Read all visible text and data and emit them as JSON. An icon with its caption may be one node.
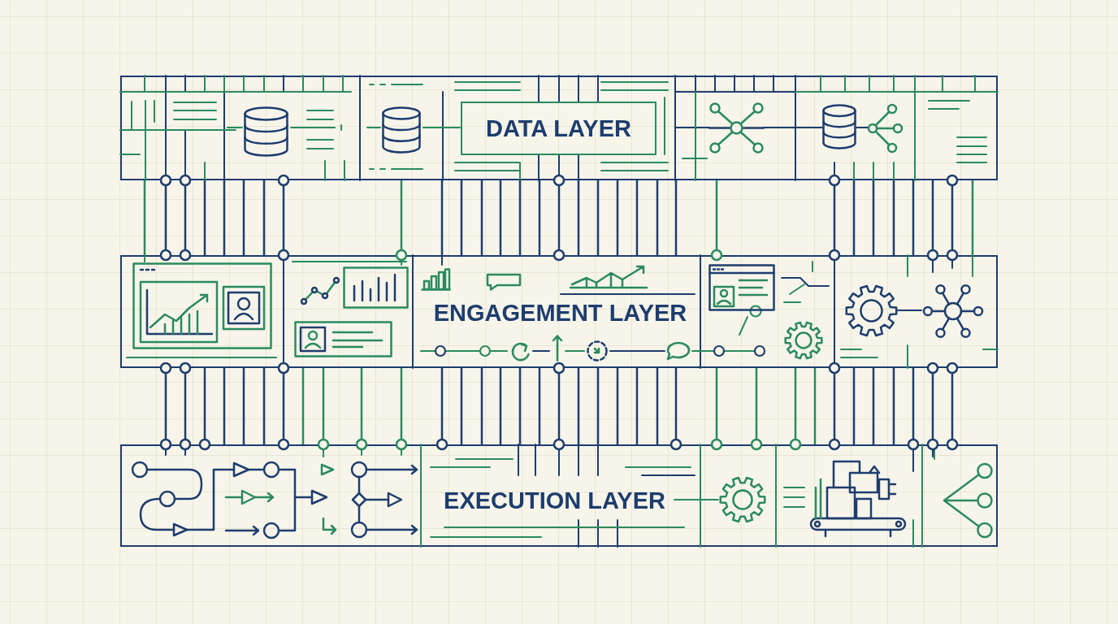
{
  "diagram": {
    "nodes": [
      {
        "text": [
          "DATA LAYER"
        ]
      },
      {
        "text": [
          "ENGAGEMENT LAYER"
        ]
      },
      {
        "text": [
          "EXECUTION LAYER"
        ]
      }
    ],
    "edges": [
      {
        "from": 0,
        "to": 1,
        "arrow": "none",
        "color": "#2a8a5e"
      },
      {
        "from": 0,
        "to": 1,
        "arrow": "other"
      },
      {
        "from": 0,
        "to": 1,
        "arrow": "other"
      },
      {
        "from": 0,
        "to": 1,
        "arrow": "none"
      },
      {
        "from": 0,
        "to": 1,
        "arrow": "none"
      },
      {
        "from": 0,
        "to": 1,
        "arrow": "none"
      },
      {
        "from": 0,
        "to": 1,
        "arrow": "none"
      },
      {
        "from": 0,
        "to": 1,
        "arrow": "other"
      },
      {
        "from": 0,
        "to": 1,
        "arrow": "other",
        "color": "#2a8a5e"
      },
      {
        "from": 0,
        "to": 1,
        "arrow": "none"
      },
      {
        "from": 0,
        "to": 1,
        "arrow": "none"
      },
      {
        "from": 0,
        "to": 1,
        "arrow": "none"
      },
      {
        "from": 0,
        "to": 1,
        "arrow": "none"
      },
      {
        "from": 0,
        "to": 1,
        "arrow": "none"
      },
      {
        "from": 0,
        "to": 1,
        "arrow": "none"
      },
      {
        "from": 0,
        "to": 1,
        "arrow": "other"
      },
      {
        "from": 0,
        "to": 1,
        "arrow": "none"
      },
      {
        "from": 0,
        "to": 1,
        "arrow": "none"
      },
      {
        "from": 0,
        "to": 1,
        "arrow": "none"
      },
      {
        "from": 0,
        "to": 1,
        "arrow": "none"
      },
      {
        "from": 0,
        "to": 1,
        "arrow": "none"
      },
      {
        "from": 0,
        "to": 1,
        "arrow": "none"
      },
      {
        "from": 0,
        "to": 1,
        "arrow": "other",
        "color": "#2a8a5e"
      },
      {
        "from": 0,
        "to": 1,
        "arrow": "other"
      },
      {
        "from": 0,
        "to": 1,
        "arrow": "none"
      },
      {
        "from": 0,
        "to": 1,
        "arrow": "none"
      },
      {
        "from": 0,
        "to": 1,
        "arrow": "none"
      },
      {
        "from": 0,
        "to": 1,
        "arrow": "none"
      },
      {
        "from": 0,
        "to": 1,
        "arrow": "other"
      },
      {
        "from": 0,
        "to": 1,
        "arrow": "other"
      },
      {
        "from": 0,
        "to": 1,
        "arrow": "none",
        "color": "#2a8a5e"
      },
      {
        "from": 1,
        "to": 2,
        "arrow": "other"
      },
      {
        "from": 1,
        "to": 2,
        "arrow": "other"
      },
      {
        "from": 1,
        "to": 2,
        "arrow": "other"
      },
      {
        "from": 1,
        "to": 2,
        "arrow": "none"
      },
      {
        "from": 1,
        "to": 2,
        "arrow": "none"
      },
      {
        "from": 1,
        "to": 2,
        "arrow": "none"
      },
      {
        "from": 1,
        "to": 2,
        "arrow": "other"
      },
      {
        "from": 1,
        "to": 2,
        "arrow": "none",
        "color": "#2a8a5e"
      },
      {
        "from": 1,
        "to": 2,
        "arrow": "other",
        "color": "#2a8a5e"
      },
      {
        "from": 1,
        "to": 2,
        "arrow": "other",
        "color": "#2a8a5e"
      },
      {
        "from": 1,
        "to": 2,
        "arrow": "other",
        "color": "#2a8a5e"
      },
      {
        "from": 1,
        "to": 2,
        "arrow": "other"
      },
      {
        "from": 1,
        "to": 2,
        "arrow": "none"
      },
      {
        "from": 1,
        "to": 2,
        "arrow": "none"
      },
      {
        "from": 1,
        "to": 2,
        "arrow": "none"
      },
      {
        "from": 1,
        "to": 2,
        "arrow": "none"
      },
      {
        "from": 1,
        "to": 2,
        "arrow": "none"
      },
      {
        "from": 1,
        "to": 2,
        "arrow": "other"
      },
      {
        "from": 1,
        "to": 2,
        "arrow": "none"
      },
      {
        "from": 1,
        "to": 2,
        "arrow": "none"
      },
      {
        "from": 1,
        "to": 2,
        "arrow": "none"
      },
      {
        "from": 1,
        "to": 2,
        "arrow": "none"
      },
      {
        "from": 1,
        "to": 2,
        "arrow": "none"
      },
      {
        "from": 1,
        "to": 2,
        "arrow": "other"
      },
      {
        "from": 1,
        "to": 2,
        "arrow": "other",
        "color": "#2a8a5e"
      },
      {
        "from": 1,
        "to": 2,
        "arrow": "other",
        "color": "#2a8a5e"
      },
      {
        "from": 1,
        "to": 2,
        "arrow": "other",
        "color": "#2a8a5e"
      },
      {
        "from": 1,
        "to": 2,
        "arrow": "none",
        "color": "#2a8a5e"
      },
      {
        "from": 1,
        "to": 2,
        "arrow": "other"
      },
      {
        "from": 1,
        "to": 2,
        "arrow": "none"
      },
      {
        "from": 1,
        "to": 2,
        "arrow": "none"
      },
      {
        "from": 1,
        "to": 2,
        "arrow": "none"
      },
      {
        "from": 1,
        "to": 2,
        "arrow": "other"
      },
      {
        "from": 1,
        "to": 2,
        "arrow": "other"
      },
      {
        "from": 1,
        "to": 2,
        "arrow": "other"
      }
    ]
  }
}
